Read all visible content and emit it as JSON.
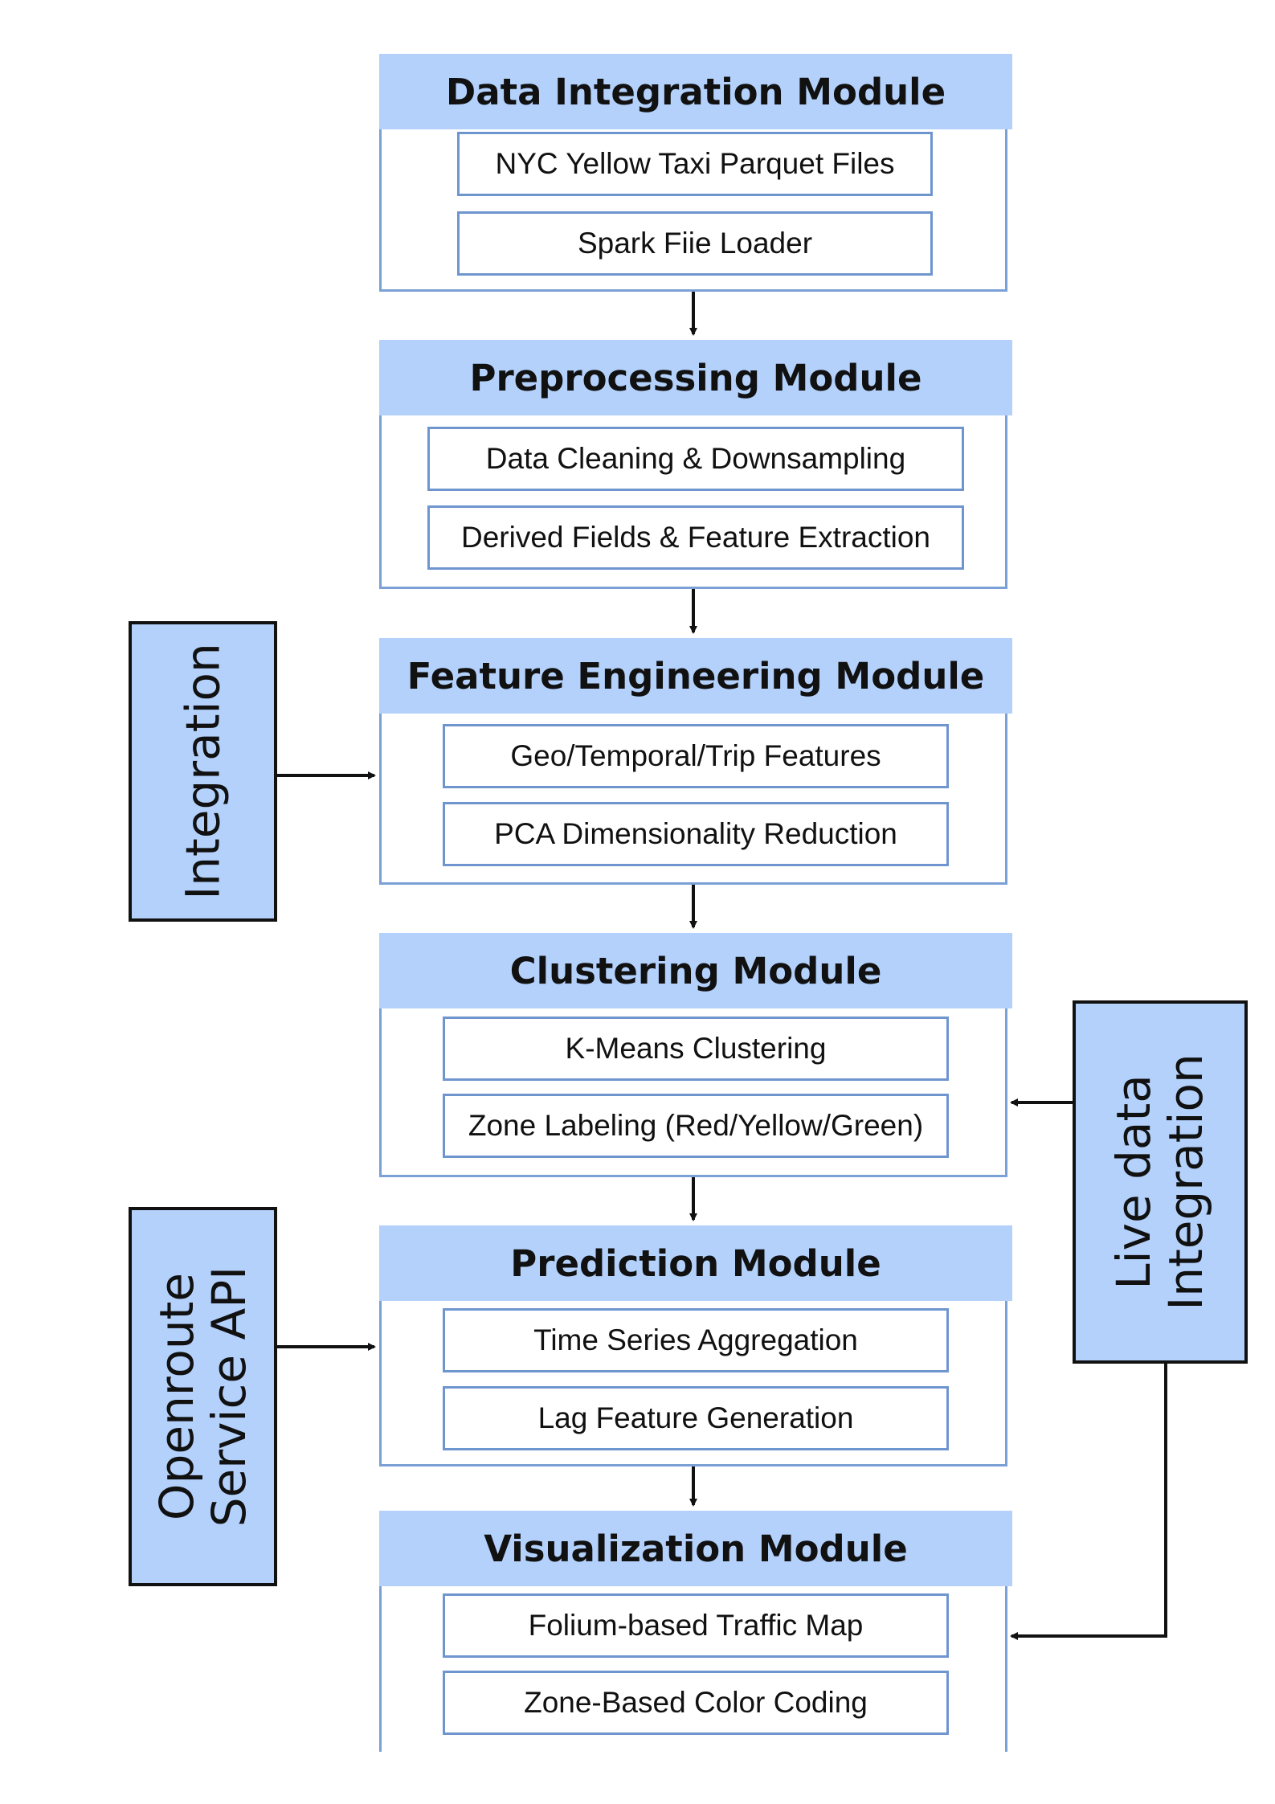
{
  "modules": [
    {
      "title": "Data Integration Module",
      "items": [
        "NYC Yellow Taxi Parquet Files",
        "Spark Fiie Loader"
      ]
    },
    {
      "title": "Preprocessing Module",
      "items": [
        "Data Cleaning & Downsampling",
        "Derived Fields & Feature Extraction"
      ]
    },
    {
      "title": "Feature Engineering Module",
      "items": [
        "Geo/Temporal/Trip Features",
        "PCA Dimensionality Reduction"
      ]
    },
    {
      "title": "Clustering Module",
      "items": [
        "K-Means Clustering",
        "Zone Labeling (Red/Yellow/Green)"
      ]
    },
    {
      "title": "Prediction Module",
      "items": [
        "Time Series Aggregation",
        "Lag Feature Generation"
      ]
    },
    {
      "title": "Visualization Module",
      "items": [
        "Folium-based Traffic Map",
        "Zone-Based Color Coding"
      ]
    }
  ],
  "side_boxes": {
    "integration": "Integration",
    "openroute": "Openroute\nService API",
    "live_data": "Live data\nIntegration"
  },
  "colors": {
    "header_fill": "#b3d1fb",
    "module_border": "#7aa0d6",
    "side_fill": "#b3d1fb",
    "arrow": "#111111"
  }
}
